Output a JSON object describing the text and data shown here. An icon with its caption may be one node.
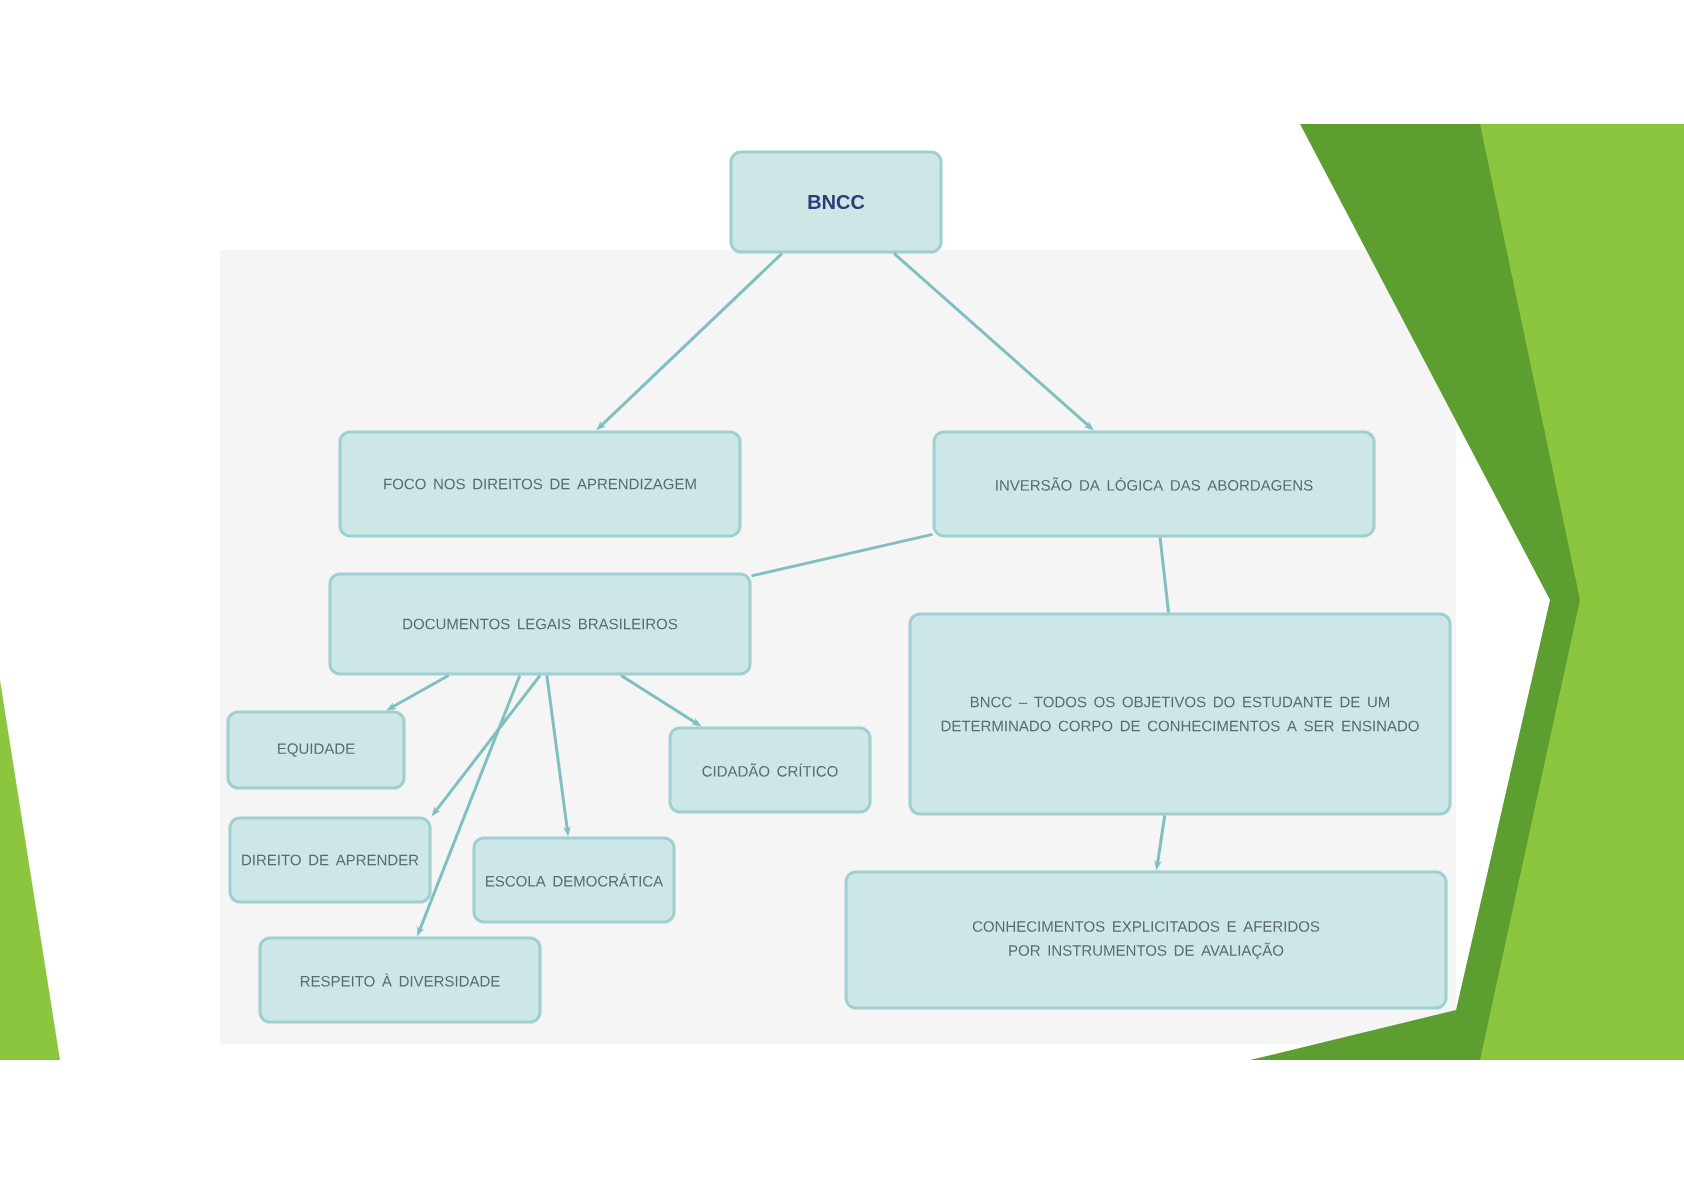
{
  "diagram": {
    "nodes": [
      {
        "text": [
          "BNCC"
        ]
      },
      {
        "text": [
          "FOCO NOS DIREITOS DE APRENDIZAGEM"
        ]
      },
      {
        "text": [
          "INVERSÃO DA LÓGICA DAS ABORDAGENS"
        ]
      },
      {
        "text": [
          "DOCUMENTOS LEGAIS BRASILEIROS"
        ]
      },
      {
        "text": [
          "EQUIDADE"
        ]
      },
      {
        "text": [
          "CIDADÃO CRÍTICO"
        ]
      },
      {
        "text": [
          "BNCC – TODOS OS OBJETIVOS DO ESTUDANTE DE UM DETERMINADO CORPO DE CONHECIMENTOS A SER ENSINADO"
        ]
      },
      {
        "text": [
          "DIREITO DE APRENDER"
        ]
      },
      {
        "text": [
          "ESCOLA DEMOCRÁTICA"
        ]
      },
      {
        "text": [
          "RESPEITO À DIVERSIDADE"
        ]
      },
      {
        "text": [
          "CONHECIMENTOS EXPLICITADOS E AFERIDOS POR INSTRUMENTOS DE AVALIAÇÃO"
        ]
      }
    ],
    "edges": [
      {
        "from": 0,
        "to": 1,
        "arrow": "to"
      },
      {
        "from": 0,
        "to": 2,
        "arrow": "to"
      },
      {
        "from": 3,
        "to": 2,
        "arrow": "none"
      },
      {
        "from": 3,
        "to": 4,
        "arrow": "to"
      },
      {
        "from": 3,
        "to": 5,
        "arrow": "to"
      },
      {
        "from": 3,
        "to": 7,
        "arrow": "to"
      },
      {
        "from": 3,
        "to": 8,
        "arrow": "to"
      },
      {
        "from": 3,
        "to": 9,
        "arrow": "to"
      },
      {
        "from": 2,
        "to": 6,
        "arrow": "none"
      },
      {
        "from": 6,
        "to": 10,
        "arrow": "to"
      }
    ]
  }
}
